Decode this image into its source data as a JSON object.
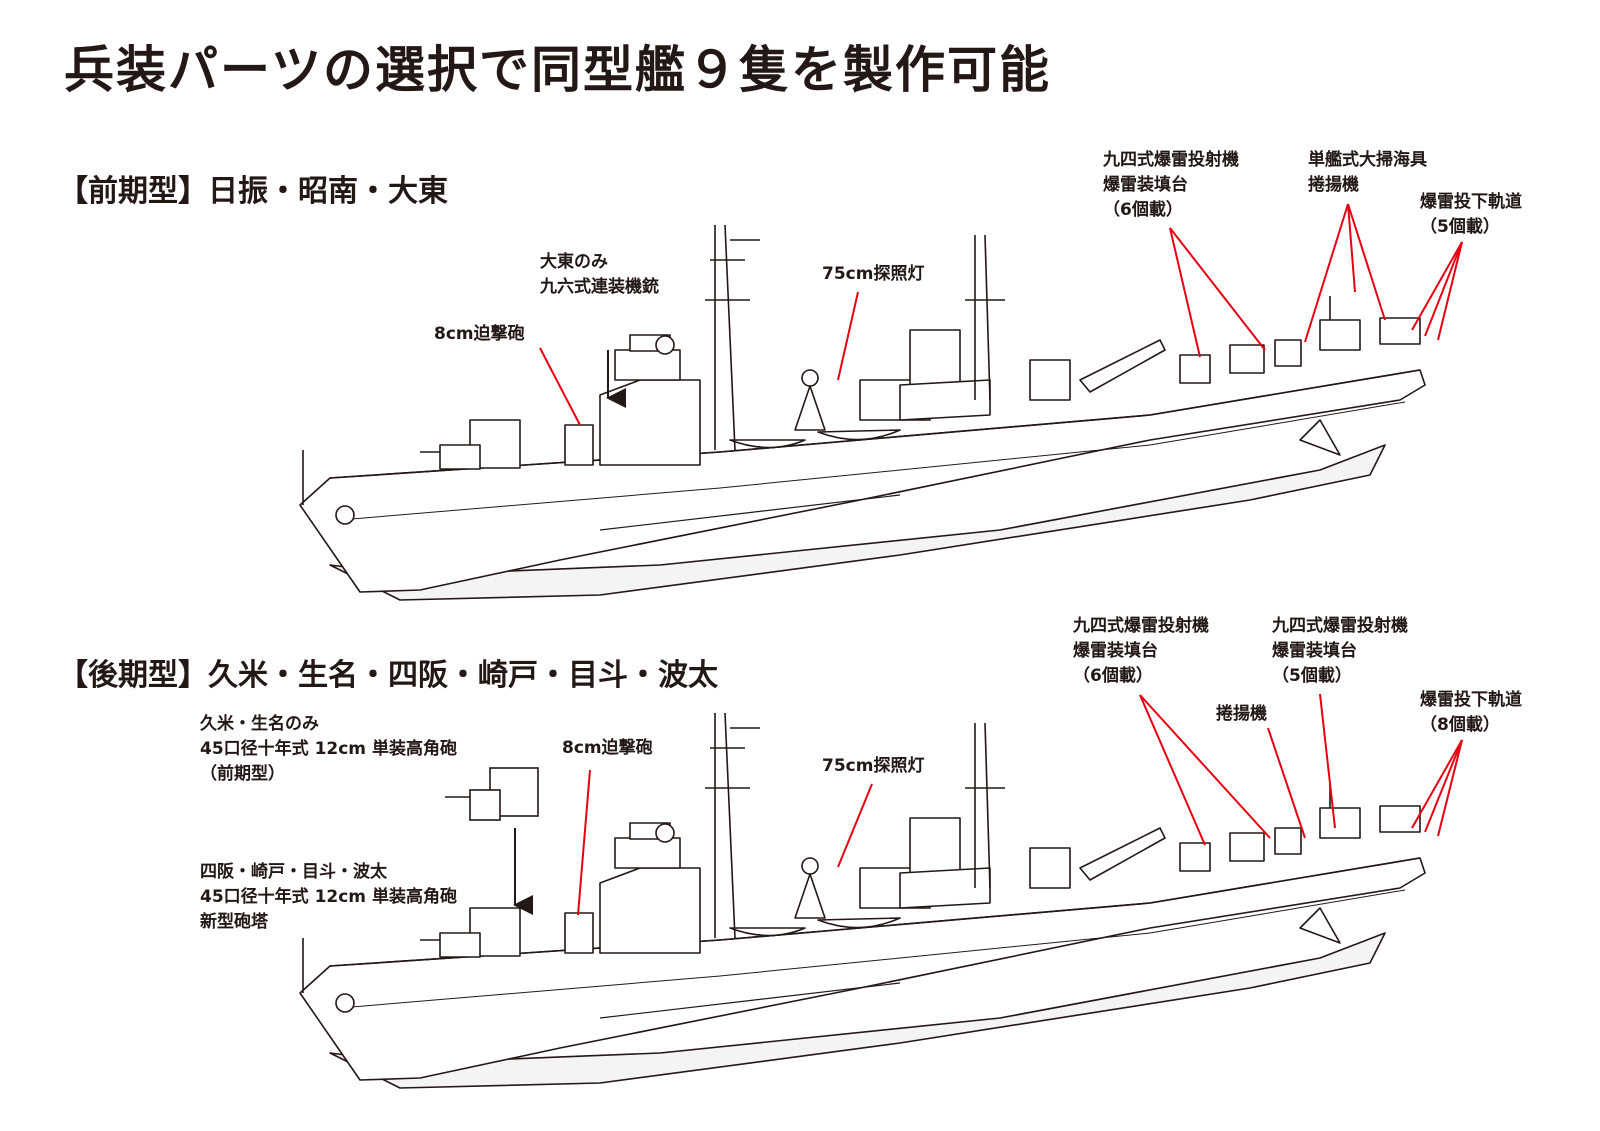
{
  "title": "兵装パーツの選択で同型艦９隻を製作可能",
  "early": {
    "heading": "【前期型】日振・昭南・大東",
    "labels": {
      "mg_line1": "大東のみ",
      "mg_line2": "九六式連装機銃",
      "mortar": "8cm迫撃砲",
      "searchlight": "75cm探照灯",
      "dc_line1": "九四式爆雷投射機",
      "dc_line2": "爆雷装填台",
      "dc_line3": "（6個載）",
      "sweep_line1": "単艦式大掃海具",
      "sweep_line2": "捲揚機",
      "rail_line1": "爆雷投下軌道",
      "rail_line2": "（5個載）"
    }
  },
  "late": {
    "heading": "【後期型】久米・生名・四阪・崎戸・目斗・波太",
    "labels": {
      "gun_a_line1": "久米・生名のみ",
      "gun_a_line2": "45口径十年式 12cm 単装高角砲",
      "gun_a_line3": "（前期型）",
      "gun_b_line1": "四阪・崎戸・目斗・波太",
      "gun_b_line2": "45口径十年式 12cm 単装高角砲",
      "gun_b_line3": "新型砲塔",
      "mortar": "8cm迫撃砲",
      "searchlight": "75cm探照灯",
      "dc1_line1": "九四式爆雷投射機",
      "dc1_line2": "爆雷装填台",
      "dc1_line3": "（6個載）",
      "dc2_line1": "九四式爆雷投射機",
      "dc2_line2": "爆雷装填台",
      "dc2_line3": "（5個載）",
      "winch": "捲揚機",
      "rail_line1": "爆雷投下軌道",
      "rail_line2": "（8個載）"
    }
  },
  "colors": {
    "leader": "#e60012",
    "ink": "#231815"
  }
}
